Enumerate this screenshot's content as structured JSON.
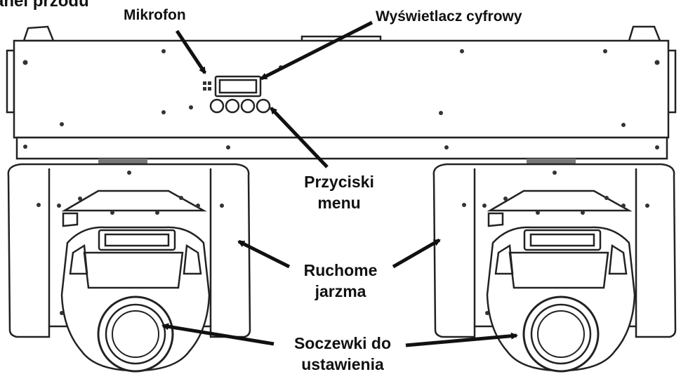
{
  "labels": {
    "title": "anel przodu",
    "microphone": "Mikrofon",
    "digital_display": "Wyświetlacz cyfrowy",
    "menu_buttons": [
      "Przyciski",
      "menu"
    ],
    "moving_yokes": [
      "Ruchome",
      "jarzma"
    ],
    "lenses": [
      "Soczewki do",
      "ustawienia"
    ]
  },
  "colors": {
    "line": "#111111",
    "background": "#ffffff"
  }
}
